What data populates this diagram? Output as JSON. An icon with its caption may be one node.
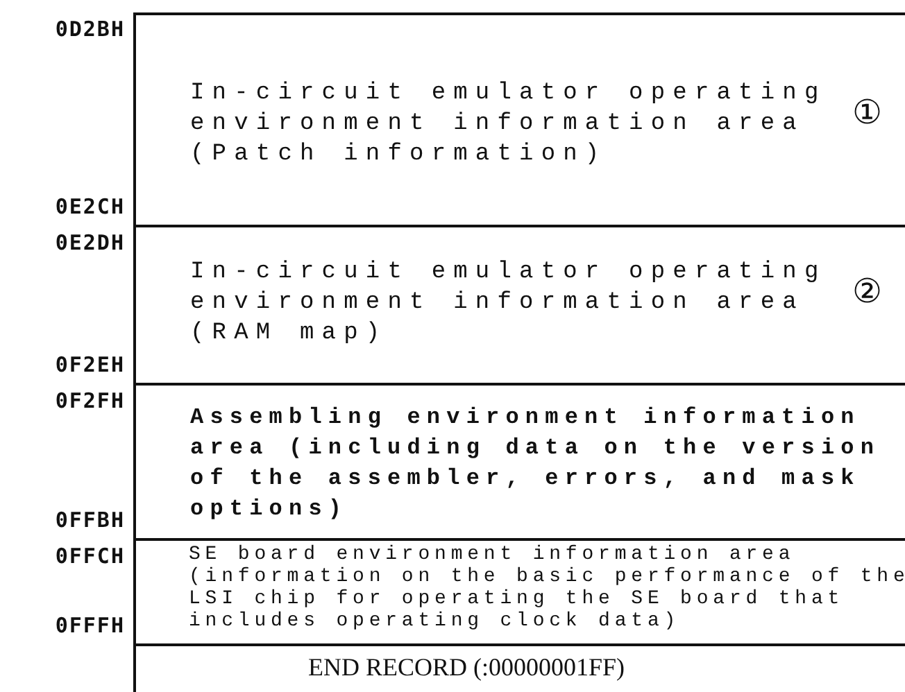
{
  "diagram": {
    "nodes": [
      {
        "text": [
          "In-circuit emulator operating environment information area (Patch information)",
          "①"
        ],
        "beside": [
          "0D2BH",
          "0E2CH"
        ]
      },
      {
        "text": [
          "In-circuit emulator operating environment information area (RAM map)",
          "②"
        ],
        "beside": [
          "0E2DH",
          "0F2EH"
        ]
      },
      {
        "text": [
          "Assembling environment information area (including data on the version of the assembler, errors, and mask options)"
        ],
        "beside": [
          "0F2FH",
          "0FFBH"
        ]
      },
      {
        "text": [
          "SE board environment information area (information on the basic performance of the LSI chip for operating the SE board that includes operating clock data)"
        ],
        "beside": [
          "0FFCH",
          "0FFFH"
        ]
      },
      {
        "text": [
          "END RECORD (:00000001FF)"
        ]
      }
    ]
  }
}
